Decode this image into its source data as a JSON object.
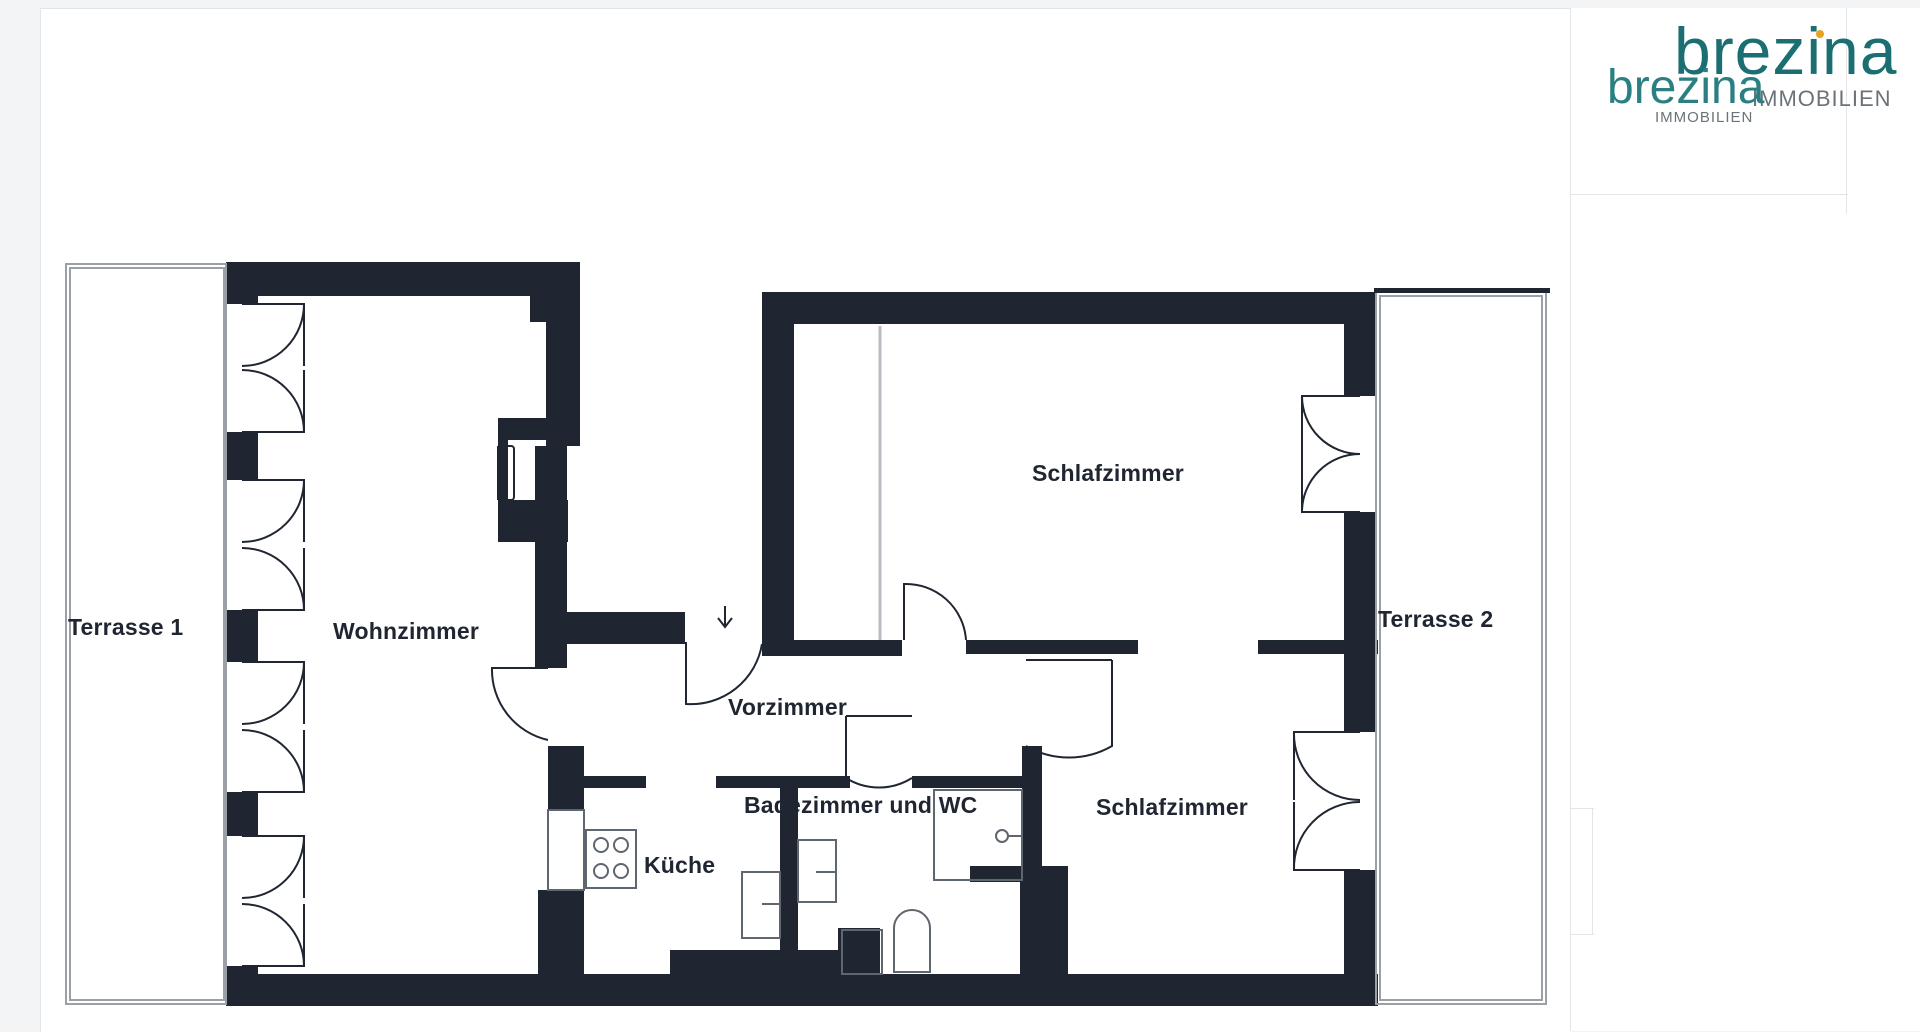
{
  "brand": {
    "logo_primary": "brezina",
    "logo_primary_sub": "IMMOBILIEN",
    "logo_secondary": "brezina",
    "logo_secondary_sub": "IMMOBILIEN",
    "brand_color": "#1b6e72",
    "accent_dot_color": "#e8a21f"
  },
  "rooms": {
    "terrasse_1": "Terrasse 1",
    "wohnzimmer": "Wohnzimmer",
    "schlafzimmer_1": "Schlafzimmer",
    "terrasse_2": "Terrasse 2",
    "vorzimmer": "Vorzimmer",
    "badezimmer": "Badezimmer und WC",
    "kueche": "Küche",
    "schlafzimmer_2": "Schlafzimmer"
  },
  "colors": {
    "wall": "#1f2632",
    "line": "#1f2632",
    "background": "#ffffff"
  }
}
